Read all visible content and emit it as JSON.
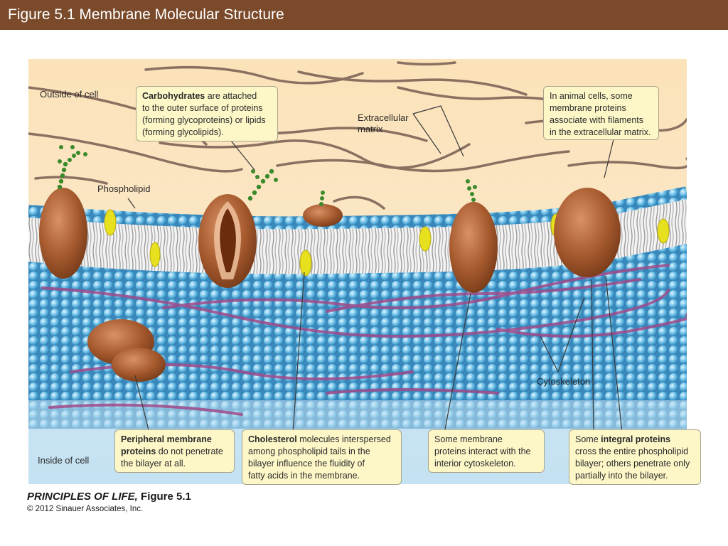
{
  "header": {
    "title": "Figure 5.1  Membrane Molecular Structure"
  },
  "labels": {
    "outside": "Outside of cell",
    "inside": "Inside of cell",
    "phospholipid": "Phospholipid",
    "extracellular_1": "Extracellular",
    "extracellular_2": "matrix",
    "cytoskeleton": "Cytoskeleton"
  },
  "callouts": {
    "carbohydrates": {
      "bold": "Carbohydrates",
      "line1_rest": " are attached",
      "line2": "to the outer surface of proteins",
      "line3": "(forming glycoproteins) or lipids",
      "line4": "(forming glycolipids)."
    },
    "animal_cells": {
      "line1": "In animal cells, some",
      "line2": "membrane proteins",
      "line3": "associate with filaments",
      "line4": "in the extracellular matrix."
    },
    "peripheral": {
      "bold1": "Peripheral membrane",
      "bold2": "proteins",
      "line2_rest": " do not penetrate",
      "line3": "the bilayer at all."
    },
    "cholesterol": {
      "bold": "Cholesterol",
      "line1_rest": " molecules interspersed",
      "line2": "among phospholipid tails in the",
      "line3": "bilayer influence the fluidity of",
      "line4": "fatty acids in the membrane."
    },
    "some_membrane": {
      "line1": "Some membrane",
      "line2": "proteins interact with the",
      "line3": "interior cytoskeleton."
    },
    "integral": {
      "line1_pre": "Some ",
      "bold": "integral proteins",
      "line2": "cross the entire phospholipid",
      "line3": "bilayer; others penetrate only",
      "line4": "partially into the bilayer."
    }
  },
  "footer": {
    "book": "PRINCIPLES OF LIFE,",
    "figure": " Figure 5.1",
    "copyright": "© 2012 Sinauer Associates, Inc."
  },
  "colors": {
    "title_bar": "#7a4a2a",
    "callout_fill": "#fdf7c8",
    "protein": "#a0522d",
    "head": "#5ab0dc",
    "cholesterol": "#e6e01e",
    "cytoskeleton": "#a04a8a",
    "carbohydrate": "#3a8a2a"
  }
}
